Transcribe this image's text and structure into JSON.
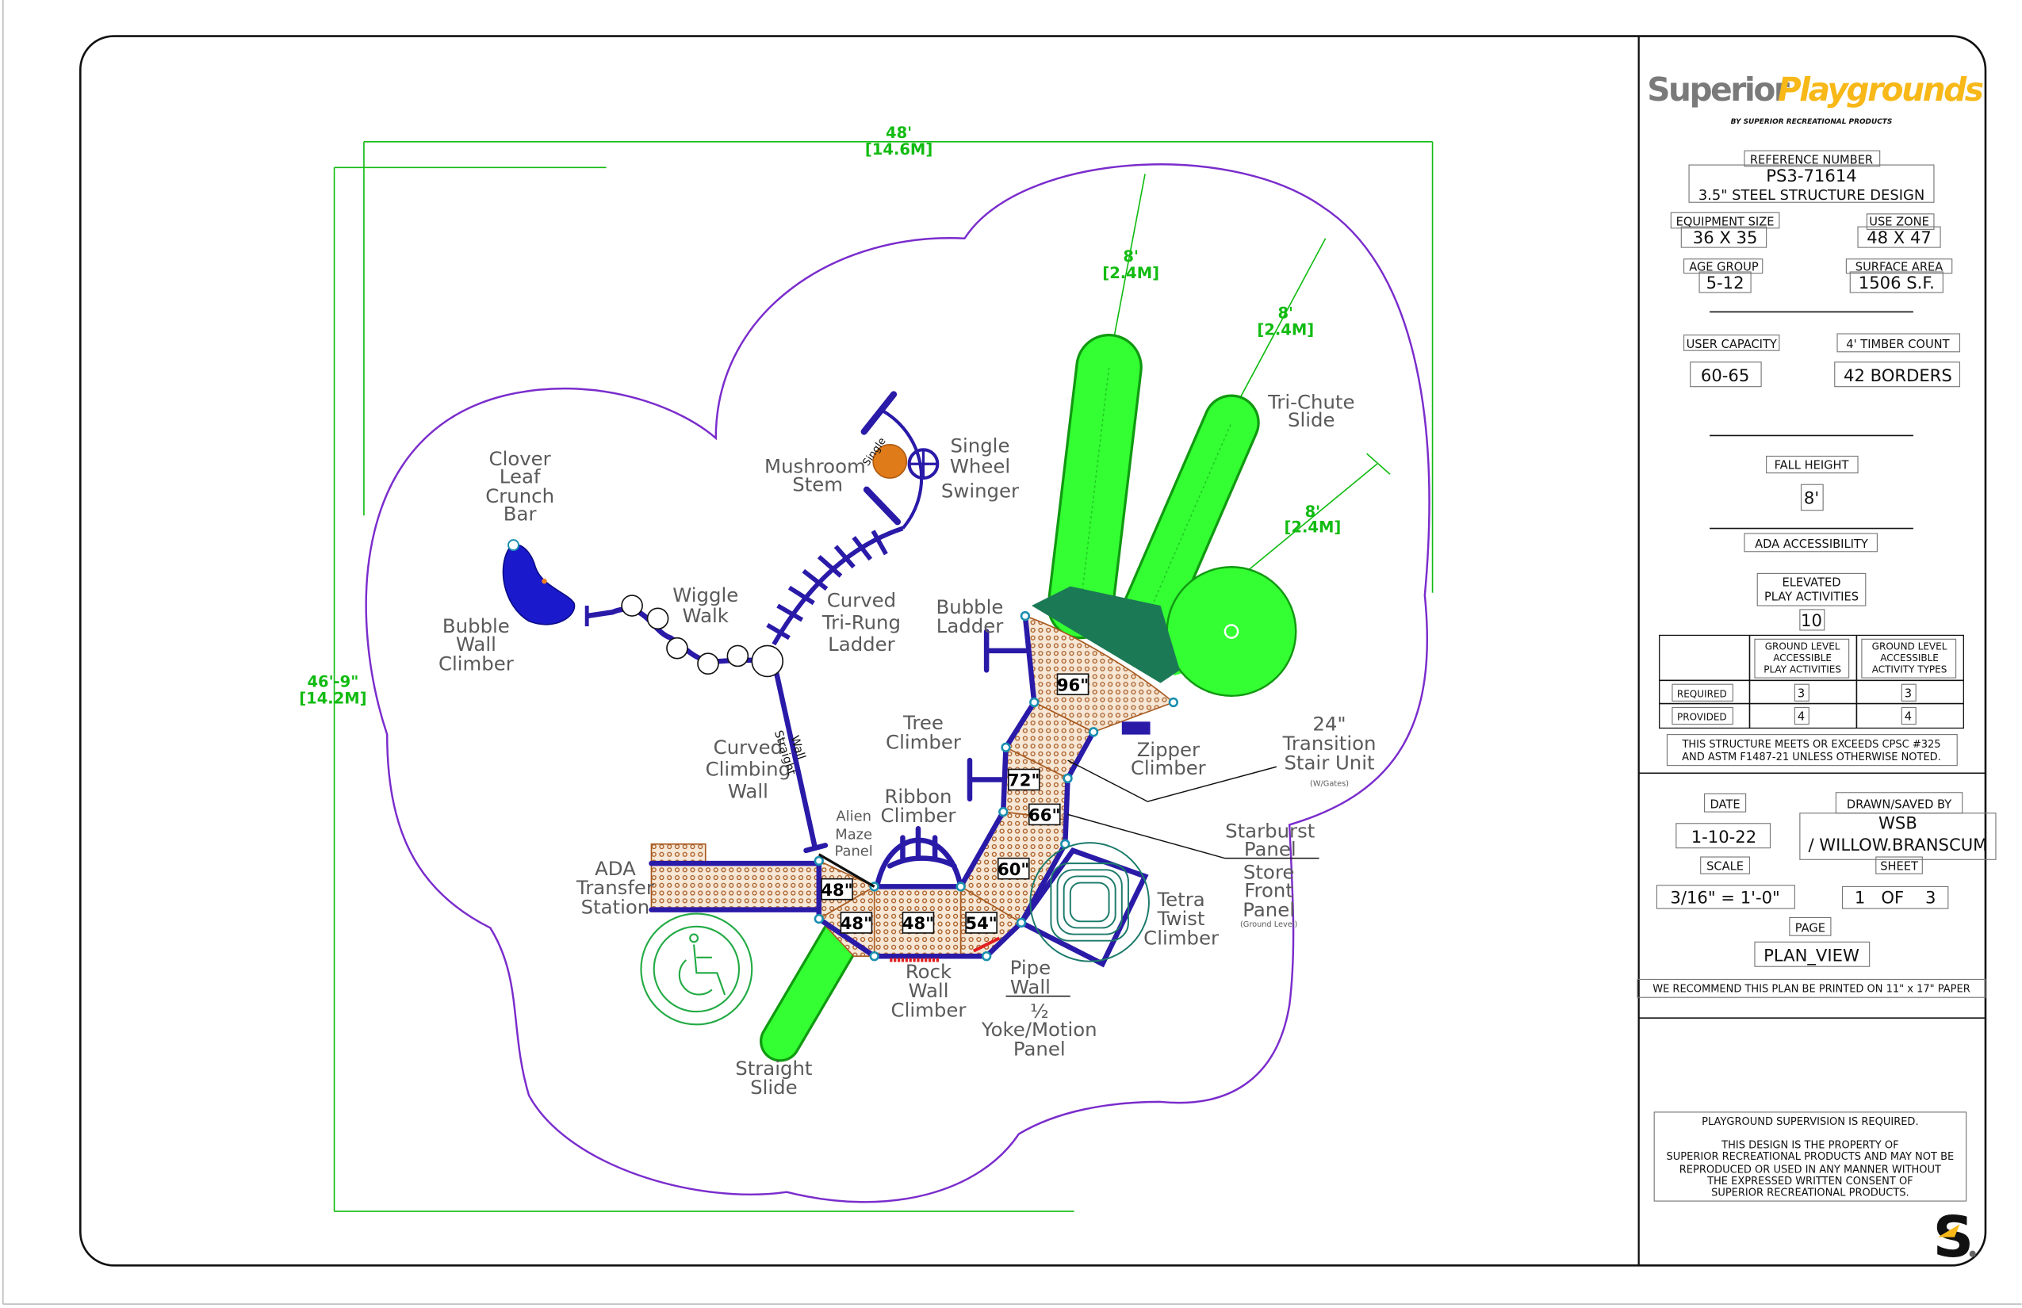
{
  "colors": {
    "dimension": "#11bb11",
    "frame": "#2a1aa8",
    "slide": "#33ff33",
    "use_zone": "#7a2ccc",
    "brand_yellow": "#f7b818",
    "brand_gray": "#777777"
  },
  "logo": {
    "word1": "Superior",
    "word2": "Playgrounds",
    "tagline": "BY SUPERIOR RECREATIONAL PRODUCTS",
    "mark": "S"
  },
  "dimensions": {
    "width_ft": "48'",
    "width_m": "[14.6M]",
    "height_ft": "46'-9\"",
    "height_m": "[14.2M]",
    "zones": [
      {
        "ft": "8'",
        "m": "[2.4M]"
      },
      {
        "ft": "8'",
        "m": "[2.4M]"
      },
      {
        "ft": "8'",
        "m": "[2.4M]"
      }
    ]
  },
  "deck_heights": [
    "96\"",
    "72\"",
    "66\"",
    "60\"",
    "48\"",
    "48\"",
    "48\"",
    "54\""
  ],
  "labels": {
    "clover": [
      "Clover",
      "Leaf",
      "Crunch",
      "Bar"
    ],
    "bubble_wall": [
      "Bubble",
      "Wall",
      "Climber"
    ],
    "wiggle": [
      "Wiggle",
      "Walk"
    ],
    "mushroom": [
      "Mushroom",
      "Stem"
    ],
    "mushroom_tag": "Single",
    "swinger": [
      "Single",
      "Wheel",
      "Swinger"
    ],
    "tri_rung": [
      "Curved",
      "Tri-Rung",
      "Ladder"
    ],
    "bubble_ladder": [
      "Bubble",
      "Ladder"
    ],
    "tri_chute": [
      "Tri-Chute",
      "Slide"
    ],
    "tree": [
      "Tree",
      "Climber"
    ],
    "curved_wall": [
      "Curved",
      "Climbing",
      "Wall"
    ],
    "straight_wall": [
      "Straight",
      "Wall"
    ],
    "ada": [
      "ADA",
      "Transfer",
      "Station"
    ],
    "alien": [
      "Alien",
      "Maze",
      "Panel"
    ],
    "ribbon": [
      "Ribbon",
      "Climber"
    ],
    "zipper": [
      "Zipper",
      "Climber"
    ],
    "stair": [
      "24\"",
      "Transition",
      "Stair Unit",
      "(W/Gates)"
    ],
    "starburst": [
      "Starburst",
      "Panel"
    ],
    "storefront": [
      "Store",
      "Front",
      "Panel",
      "(Ground Level)"
    ],
    "tetra": [
      "Tetra",
      "Twist",
      "Climber"
    ],
    "rock": [
      "Rock",
      "Wall",
      "Climber"
    ],
    "pipe": [
      "Pipe",
      "Wall"
    ],
    "yoke": [
      "½",
      "Yoke/Motion",
      "Panel"
    ],
    "straight_slide": [
      "Straight",
      "Slide"
    ]
  },
  "title_block": {
    "reference_label": "REFERENCE NUMBER",
    "reference_number": "PS3-71614",
    "design": "3.5\"   STEEL STRUCTURE DESIGN",
    "equipment_size_label": "EQUIPMENT SIZE",
    "equipment_size": "36 X 35",
    "use_zone_label": "USE ZONE",
    "use_zone": "48 X 47",
    "age_group_label": "AGE GROUP",
    "age_group": "5-12",
    "surface_area_label": "SURFACE AREA",
    "surface_area": "1506 S.F.",
    "user_capacity_label": "USER CAPACITY",
    "user_capacity": "60-65",
    "timber_label": "4' TIMBER COUNT",
    "timber": "42 BORDERS",
    "fall_height_label": "FALL HEIGHT",
    "fall_height": "8'",
    "ada_label": "ADA ACCESSIBILITY",
    "elevated_label": [
      "ELEVATED",
      "PLAY ACTIVITIES"
    ],
    "elevated": "10",
    "table": {
      "headers": [
        [
          "GROUND LEVEL",
          "ACCESSIBLE",
          "PLAY ACTIVITIES"
        ],
        [
          "GROUND LEVEL",
          "ACCESSIBLE",
          "ACTIVITY TYPES"
        ]
      ],
      "rows": [
        {
          "label": "REQUIRED",
          "values": [
            "3",
            "3"
          ]
        },
        {
          "label": "PROVIDED",
          "values": [
            "4",
            "4"
          ]
        }
      ]
    },
    "compliance": [
      "THIS STRUCTURE MEETS OR EXCEEDS CPSC #325",
      "AND ASTM F1487-21 UNLESS OTHERWISE NOTED."
    ],
    "date_label": "DATE",
    "date": "1-10-22",
    "drawn_label": "DRAWN/SAVED BY",
    "drawn": [
      "WSB",
      "/ WILLOW.BRANSCUM"
    ],
    "scale_label": "SCALE",
    "scale": "3/16\" = 1'-0\"",
    "sheet_label": "SHEET",
    "sheet": "1   OF    3",
    "page_label": "PAGE",
    "page": "PLAN_VIEW",
    "print_note": "WE RECOMMEND THIS PLAN BE PRINTED ON 11\" x 17\" PAPER",
    "notice": [
      "PLAYGROUND SUPERVISION IS REQUIRED.",
      "THIS DESIGN IS THE PROPERTY OF",
      "SUPERIOR RECREATIONAL PRODUCTS AND MAY NOT BE",
      "REPRODUCED OR USED IN ANY MANNER WITHOUT",
      "THE EXPRESSED WRITTEN CONSENT OF",
      "SUPERIOR RECREATIONAL PRODUCTS."
    ]
  }
}
